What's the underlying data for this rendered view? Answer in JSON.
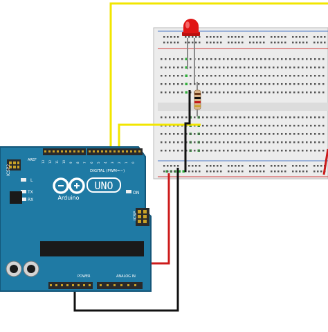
{
  "board": {
    "brand": "Arduino",
    "model": "UNO",
    "icsp2_label": "ICSP2",
    "icsp_label": "ICSP",
    "digital_label": "DIGITAL (PWM=~)",
    "power_label": "POWER",
    "analog_label": "ANALOG IN",
    "on_label": "ON",
    "tx_label": "TX",
    "rx_label": "RX",
    "l_label": "L",
    "aref_label": "AREF"
  },
  "colors": {
    "board": "#1f7aa4",
    "board_edge": "#14577a",
    "wire_signal": "#f2e600",
    "wire_ground": "#111111",
    "wire_power": "#cc1b1b",
    "led": "#e01515",
    "breadboard": "#ececec"
  }
}
